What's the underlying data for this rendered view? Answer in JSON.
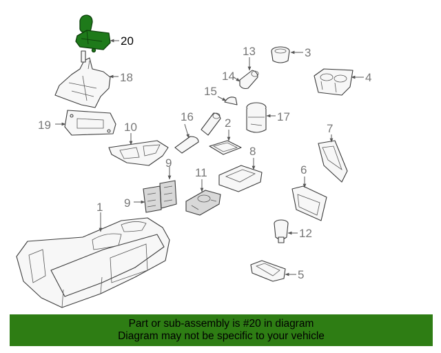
{
  "diagram": {
    "highlighted_part": "20",
    "callouts": [
      "20",
      "18",
      "19",
      "10",
      "13",
      "3",
      "14",
      "4",
      "15",
      "17",
      "16",
      "2",
      "7",
      "9",
      "11",
      "8",
      "6",
      "1",
      "12",
      "5"
    ],
    "colors": {
      "highlight": "#1e7a1a",
      "banner": "#2e7d14"
    }
  },
  "banner": {
    "line1": "Part or sub-assembly is #20 in diagram",
    "line2": "Diagram may not be specific to your vehicle"
  }
}
